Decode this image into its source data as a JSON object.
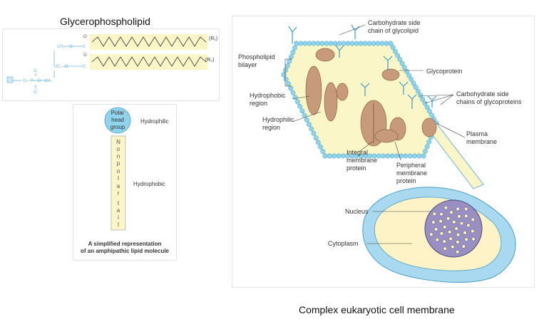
{
  "glycero": {
    "title": "Glycerophospholipid",
    "r1": "(R₁)",
    "r2": "(R₂)"
  },
  "lipid": {
    "head_line1": "Polar",
    "head_line2": "head",
    "head_line3": "group",
    "hydrophilic": "Hydrophilic",
    "hydrophobic": "Hydrophobic",
    "tail_letters": [
      "N",
      "o",
      "n",
      "p",
      "o",
      "l",
      "a",
      "r",
      "t",
      "a",
      "i",
      "l"
    ],
    "caption_line1": "A simplified representation",
    "caption_line2": "of an amphipathic lipid molecule"
  },
  "membrane": {
    "title": "Complex eukaryotic cell membrane",
    "labels": {
      "carb_glycolipid_1": "Carbohydrate side",
      "carb_glycolipid_2": "chain of glycolipid",
      "bilayer_1": "Phospholipid",
      "bilayer_2": "bilayer",
      "glycoprotein": "Glycoprotein",
      "carb_glycoproteins_1": "Carbohydrate side",
      "carb_glycoproteins_2": "chains of glycoproteins",
      "hydrophobic_1": "Hydrophobic",
      "hydrophobic_2": "region",
      "hydrophilic_1": "Hydrophilic",
      "hydrophilic_2": "region",
      "plasma_1": "Plasma",
      "plasma_2": "membrane",
      "integral_1": "Integral",
      "integral_2": "membrane",
      "integral_3": "protein",
      "peripheral_1": "Peripheral",
      "peripheral_2": "membrane",
      "peripheral_3": "protein",
      "nucleus": "Nucleus",
      "cytoplasm": "Cytoplasm"
    }
  },
  "colors": {
    "head_blue": "#8fd3ec",
    "tail_yellow": "#fbf6c8",
    "protein_brown": "#c79a7c",
    "cell_blue": "#a9d9f1",
    "nucleus_purple": "#9a8fc3",
    "cytoplasm_cream": "#fdf3c6"
  }
}
